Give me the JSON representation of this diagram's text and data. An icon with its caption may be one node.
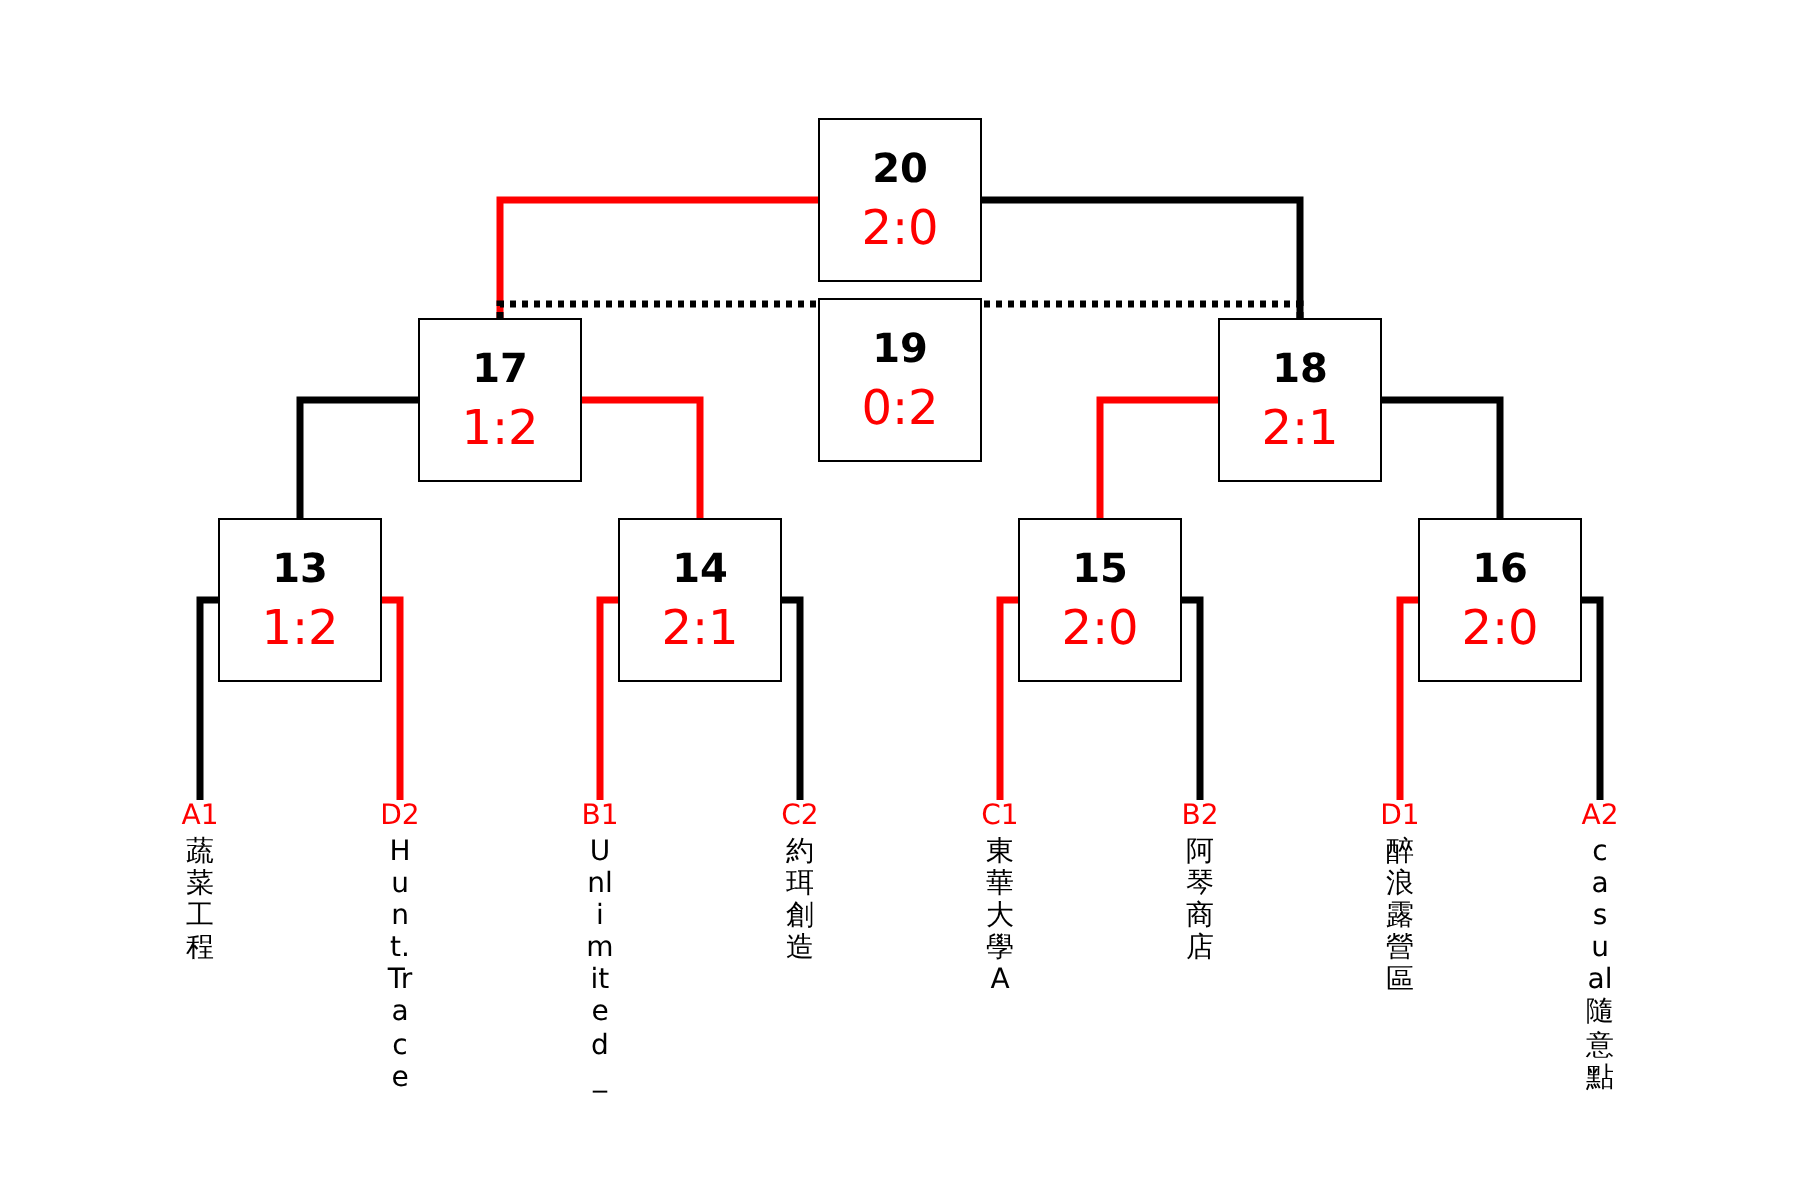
{
  "diagram": {
    "nodes": [
      {
        "text": [
          "20",
          "2:0"
        ]
      },
      {
        "text": [
          "17",
          "1:2"
        ]
      },
      {
        "text": [
          "19",
          "0:2"
        ]
      },
      {
        "text": [
          "18",
          "2:1"
        ]
      },
      {
        "text": [
          "13",
          "1:2"
        ]
      },
      {
        "text": [
          "14",
          "2:1"
        ]
      },
      {
        "text": [
          "15",
          "2:0"
        ]
      },
      {
        "text": [
          "16",
          "2:0"
        ]
      },
      {
        "text": [
          "A1",
          "蔬菜工程"
        ]
      },
      {
        "text": [
          "D2",
          "Hunt.Trace"
        ]
      },
      {
        "text": [
          "B1",
          "Unlimited_"
        ]
      },
      {
        "text": [
          "C2",
          "約珥創造"
        ]
      },
      {
        "text": [
          "C1",
          "東華大學A"
        ]
      },
      {
        "text": [
          "B2",
          "阿琴商店"
        ]
      },
      {
        "text": [
          "D1",
          "醉浪露營區"
        ]
      },
      {
        "text": [
          "A2",
          "casual隨意點"
        ]
      }
    ],
    "edges": [
      {
        "from": 1,
        "to": 0,
        "arrow": "none",
        "color": "#ff0000"
      },
      {
        "from": 3,
        "to": 0,
        "arrow": "none"
      },
      {
        "from": 1,
        "to": 2,
        "arrow": "none",
        "style": "dashed"
      },
      {
        "from": 3,
        "to": 2,
        "arrow": "none",
        "style": "dashed"
      },
      {
        "from": 4,
        "to": 1,
        "arrow": "none"
      },
      {
        "from": 5,
        "to": 1,
        "arrow": "none",
        "color": "#ff0000"
      },
      {
        "from": 6,
        "to": 3,
        "arrow": "none",
        "color": "#ff0000"
      },
      {
        "from": 7,
        "to": 3,
        "arrow": "none"
      },
      {
        "from": 8,
        "to": 4,
        "arrow": "none"
      },
      {
        "from": 9,
        "to": 4,
        "arrow": "none",
        "color": "#ff0000"
      },
      {
        "from": 10,
        "to": 5,
        "arrow": "none",
        "color": "#ff0000"
      },
      {
        "from": 11,
        "to": 5,
        "arrow": "none"
      },
      {
        "from": 12,
        "to": 6,
        "arrow": "none",
        "color": "#ff0000"
      },
      {
        "from": 13,
        "to": 6,
        "arrow": "none"
      },
      {
        "from": 14,
        "to": 7,
        "arrow": "none",
        "color": "#ff0000"
      },
      {
        "from": 15,
        "to": 7,
        "arrow": "none"
      }
    ]
  }
}
